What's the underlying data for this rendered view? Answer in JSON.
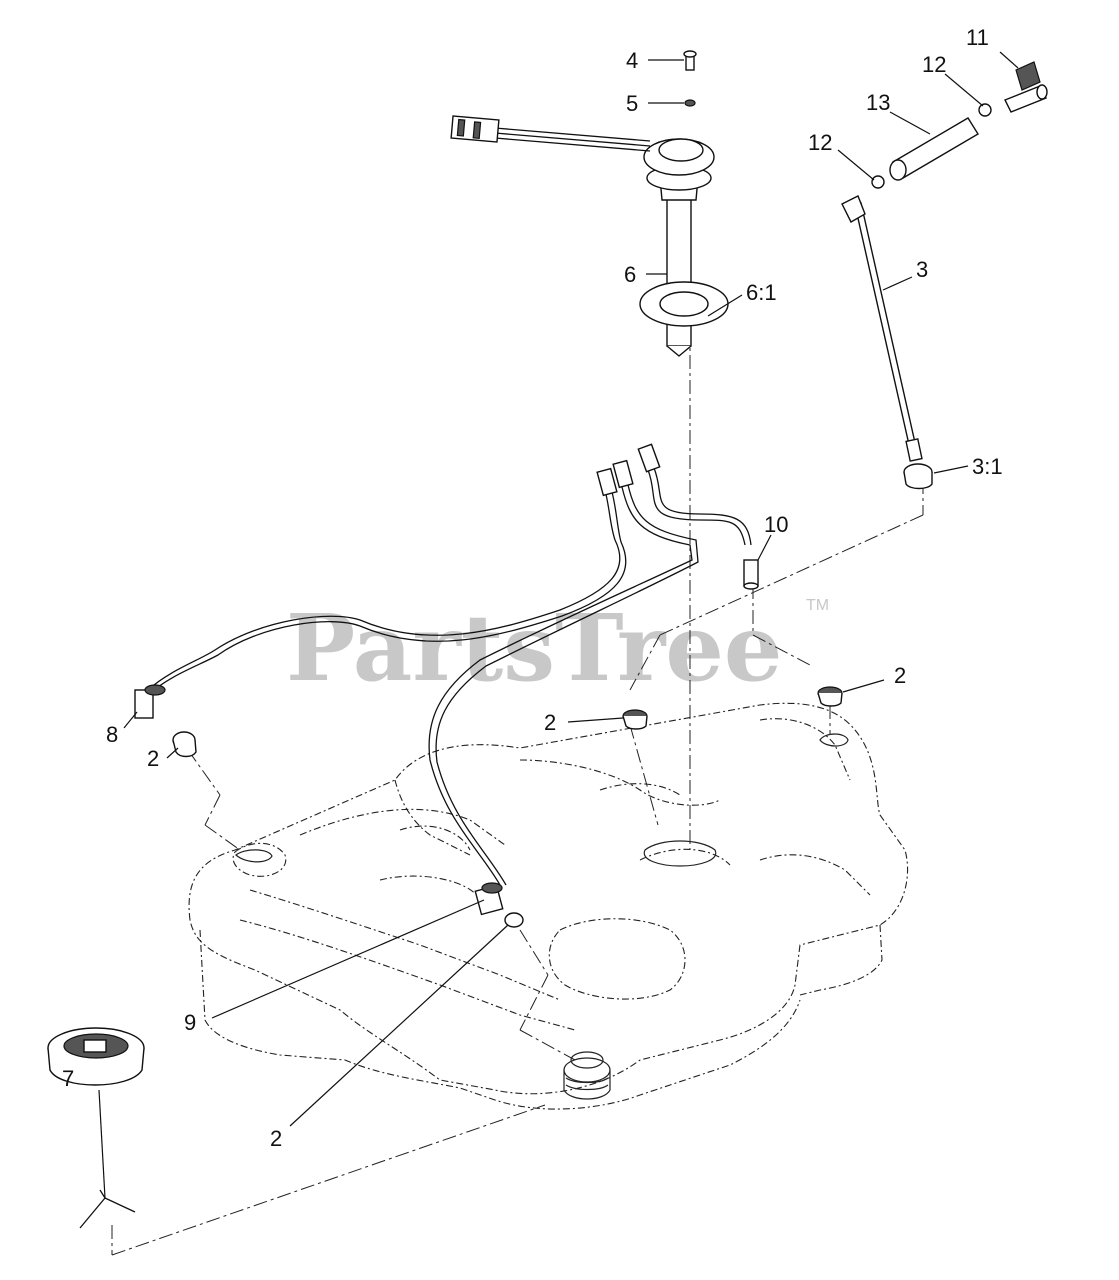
{
  "watermark": {
    "text": "PartsTree",
    "tm": "TM"
  },
  "callouts": {
    "c4": "4",
    "c5": "5",
    "c6": "6",
    "c6_1": "6:1",
    "c3": "3",
    "c3_1": "3:1",
    "c11": "11",
    "c12a": "12",
    "c12b": "12",
    "c13": "13",
    "c10": "10",
    "c8": "8",
    "c2_left": "2",
    "c2_center": "2",
    "c2_right": "2",
    "c2_bottom": "2",
    "c9": "9",
    "c7": "7"
  }
}
